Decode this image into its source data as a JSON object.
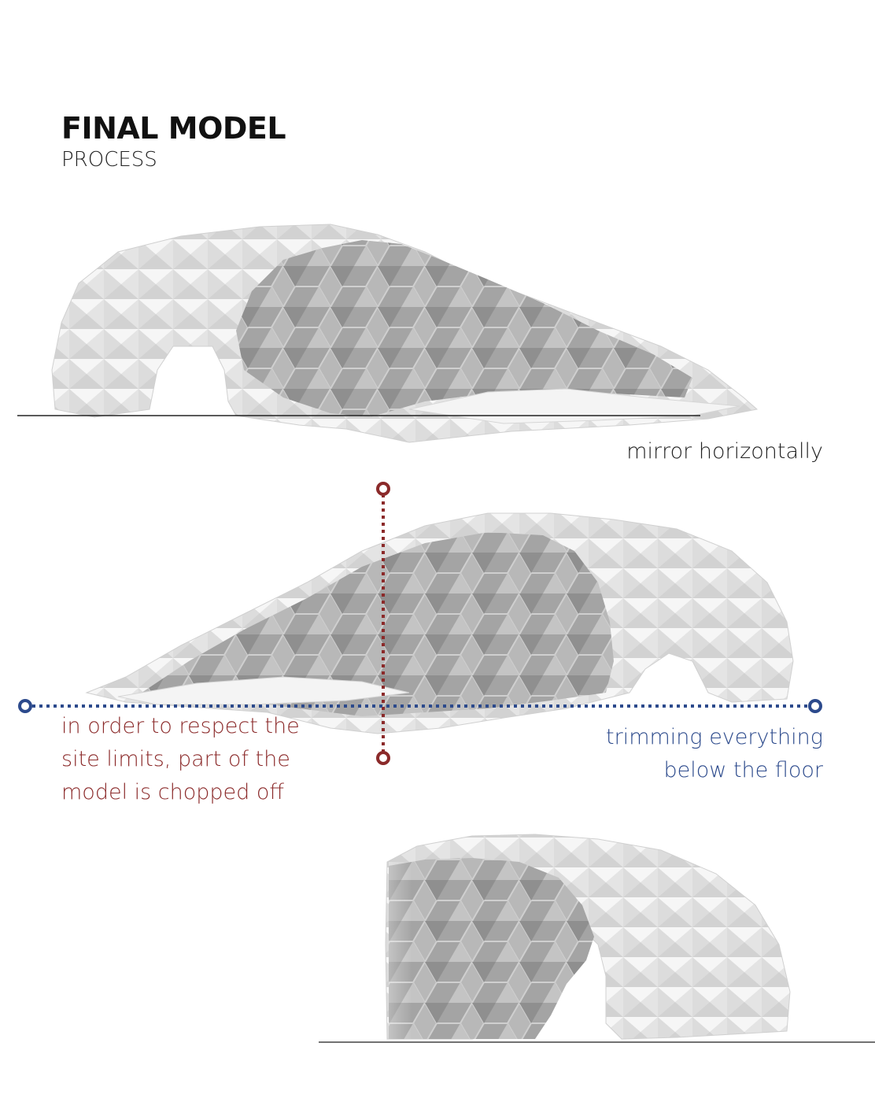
{
  "header": {
    "title": "FINAL MODEL",
    "subtitle": "PROCESS"
  },
  "annotations": {
    "mirror": "mirror horizontally",
    "trim": [
      "trimming everything",
      "below the floor"
    ],
    "chop": [
      "in order to respect the",
      "site limits, part of the",
      "model is chopped off"
    ]
  },
  "colors": {
    "red": "#8b2a2a",
    "blue": "#2c4a8c",
    "ink": "#222222",
    "shell_light": "#ebebeb",
    "shell_dark": "#9a9a9a"
  }
}
